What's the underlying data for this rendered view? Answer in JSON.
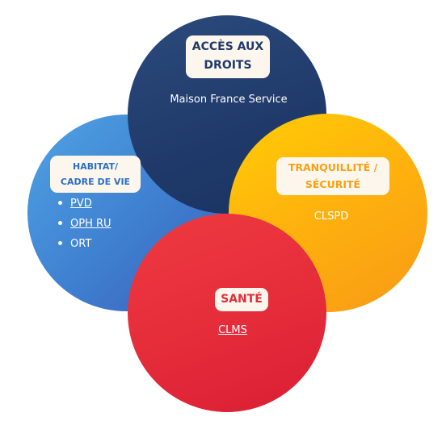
{
  "acces": {
    "title_line1": "ACCÈS AUX",
    "title_line2": "DROITS",
    "text": "Maison France Service"
  },
  "habitat": {
    "title_line1": "HABITAT/",
    "title_line2": "CADRE DE VIE",
    "items": [
      "PVD",
      "OPH RU",
      "ORT"
    ]
  },
  "tranquillite": {
    "title_line1": "TRANQUILLITÉ /",
    "title_line2": "SÉCURITÉ",
    "text": "CLSPD"
  },
  "sante": {
    "title": "SANTÉ",
    "text": "CLMS"
  },
  "colors": {
    "acces": "#1f3a6a",
    "habitat": "#3f7fd0",
    "tranquillite": "#ffb30d",
    "sante": "#e52c3a",
    "label_bg": "#fdf6ed"
  }
}
